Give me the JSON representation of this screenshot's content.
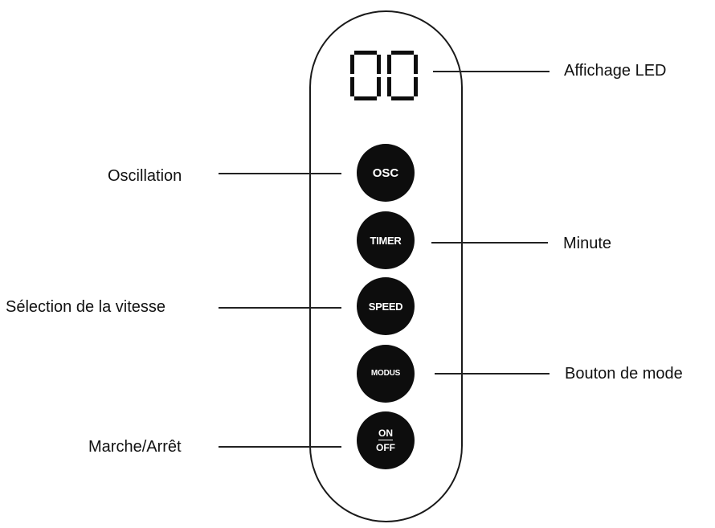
{
  "led_display": {
    "value": "00"
  },
  "buttons": {
    "osc": "OSC",
    "timer": "TIMER",
    "speed": "SPEED",
    "mode": "MODUS",
    "on": "ON",
    "off": "OFF"
  },
  "labels": {
    "led": "Affichage LED",
    "oscillation": "Oscillation",
    "timer": "Minute",
    "speed": "Sélection de la vitesse",
    "mode": "Bouton de mode",
    "power": "Marche/Arrêt"
  }
}
